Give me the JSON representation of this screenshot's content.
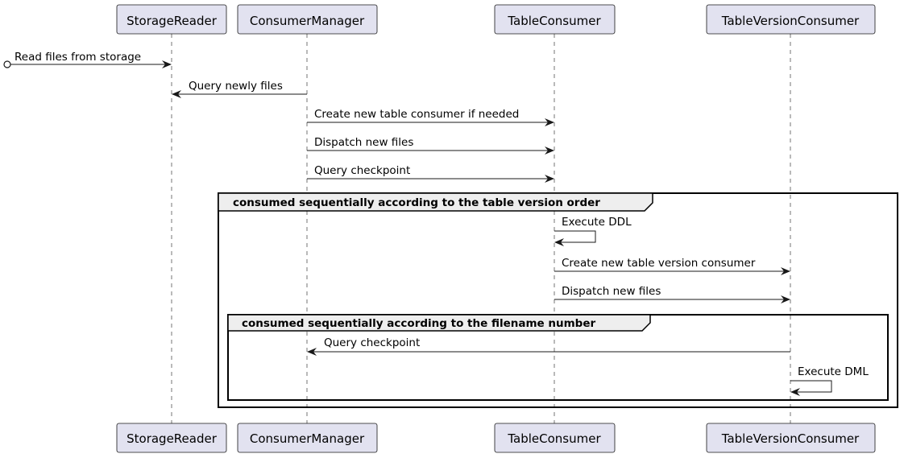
{
  "participants": [
    {
      "id": "sr",
      "name": "StorageReader"
    },
    {
      "id": "cm",
      "name": "ConsumerManager"
    },
    {
      "id": "tc",
      "name": "TableConsumer"
    },
    {
      "id": "tvc",
      "name": "TableVersionConsumer"
    }
  ],
  "messages": [
    {
      "from": "start",
      "to": "sr",
      "label": "Read files from storage"
    },
    {
      "from": "cm",
      "to": "sr",
      "label": "Query newly files"
    },
    {
      "from": "cm",
      "to": "tc",
      "label": "Create new table consumer if needed"
    },
    {
      "from": "cm",
      "to": "tc",
      "label": "Dispatch new files"
    },
    {
      "from": "cm",
      "to": "tc",
      "label": "Query checkpoint"
    },
    {
      "from": "tc",
      "to": "tc",
      "label": "Execute DDL"
    },
    {
      "from": "tc",
      "to": "tvc",
      "label": "Create new table version consumer"
    },
    {
      "from": "tc",
      "to": "tvc",
      "label": "Dispatch new files"
    },
    {
      "from": "tvc",
      "to": "cm",
      "label": "Query checkpoint"
    },
    {
      "from": "tvc",
      "to": "tvc",
      "label": "Execute DML"
    }
  ],
  "frames": [
    {
      "label": "consumed sequentially according to the table version order"
    },
    {
      "label": "consumed sequentially according to the filename number"
    }
  ]
}
